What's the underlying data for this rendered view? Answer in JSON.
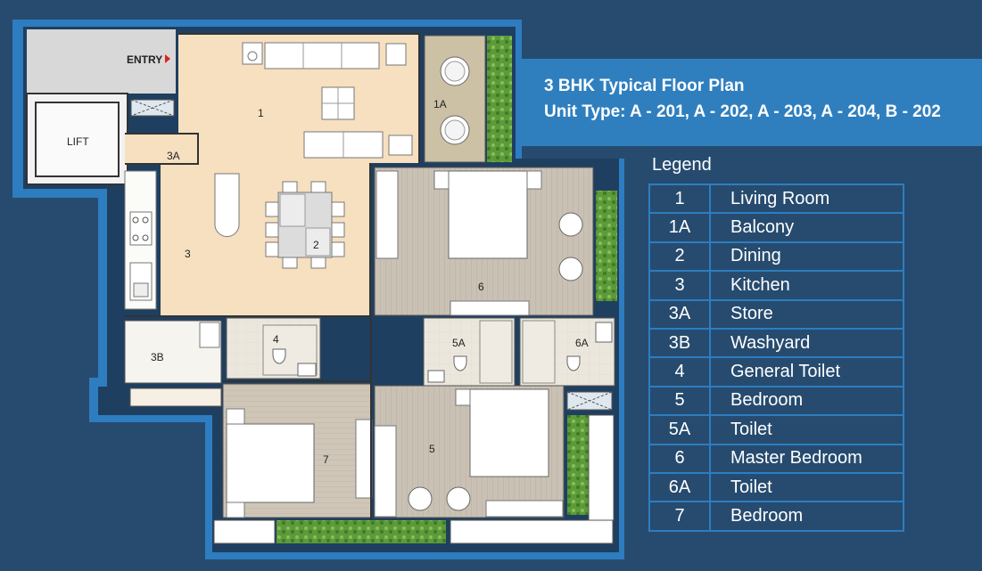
{
  "title": {
    "line1": "3 BHK Typical Floor Plan",
    "line2": "Unit Type: A - 201, A - 202, A - 203, A - 204, B - 202"
  },
  "plan_labels": {
    "entry": "ENTRY",
    "lift": "LIFT",
    "r1": "1",
    "r1a": "1A",
    "r2": "2",
    "r3": "3",
    "r3a": "3A",
    "r3b": "3B",
    "r4": "4",
    "r5": "5",
    "r5a": "5A",
    "r6": "6",
    "r6a": "6A",
    "r7": "7"
  },
  "legend": {
    "title": "Legend",
    "rows": [
      {
        "code": "1",
        "name": "Living Room"
      },
      {
        "code": "1A",
        "name": "Balcony"
      },
      {
        "code": "2",
        "name": "Dining"
      },
      {
        "code": "3",
        "name": "Kitchen"
      },
      {
        "code": "3A",
        "name": "Store"
      },
      {
        "code": "3B",
        "name": "Washyard"
      },
      {
        "code": "4",
        "name": "General Toilet"
      },
      {
        "code": "5",
        "name": "Bedroom"
      },
      {
        "code": "5A",
        "name": "Toilet"
      },
      {
        "code": "6",
        "name": "Master Bedroom"
      },
      {
        "code": "6A",
        "name": "Toilet"
      },
      {
        "code": "7",
        "name": "Bedroom"
      }
    ]
  },
  "colors": {
    "background": "#264b6f",
    "banner": "#2f7fbf",
    "outline": "#2d7dc0",
    "living": "#f5dfbf",
    "wood_floor": "#c8bfb2",
    "tile_floor": "#ebe6dc",
    "balcony": "#cdc1a5",
    "garden": "#5f9a3c",
    "entry_arrow": "#e02020"
  }
}
